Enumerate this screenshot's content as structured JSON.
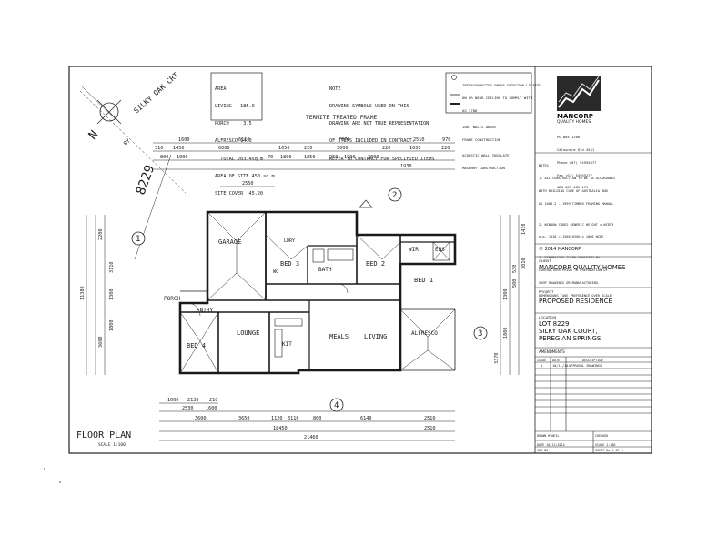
{
  "area_schedule": {
    "heading": "AREA",
    "rows": [
      {
        "label": "LIVING",
        "value": "185.9"
      },
      {
        "label": "PORCH",
        "value": "3.5"
      },
      {
        "label": "ALFRESCO",
        "value": "14.0"
      }
    ],
    "total_label": "TOTAL",
    "total_value": "203.4sq m",
    "site_label": "AREA OF SITE",
    "site_value": "450 sq.m.",
    "cover_label": "SITE COVER",
    "cover_value": "45.20"
  },
  "note": {
    "heading": "NOTE",
    "lines": [
      "DRAWING SYMBOLS USED ON THIS",
      "DRAWING ARE NOT TRUE REPRESENTATION",
      "OF ITEMS INCLUDED IN CONTRACT.",
      "REFER TO CONTRACT FOR SPECIFIED ITEMS"
    ]
  },
  "termite_label": "TERMITE TREATED FRAME",
  "legend": {
    "lines": [
      "INTERCONNECTED SMOKE DETECTOR LOCATED",
      "ON OR NEAR CEILING TO COMPLY WITH",
      "AS 3786",
      "1001 WALLS ABOVE",
      "FRAME CONSTRUCTION",
      "ACOUSTIC WALL INSULATE",
      "MASONRY CONSTRUCTION"
    ]
  },
  "title_block": {
    "company": "MANCORP",
    "company_sub": "QUALITY HOMES",
    "contact": [
      "PO Box 1206",
      "Caloundra Qld 4551",
      "Phone (07) 54955377",
      "Fax (07) 54955277",
      "ABN 085 685 179"
    ],
    "general_notes_heading": "NOTES",
    "general_notes": [
      "1. ALL CONSTRUCTION TO BE IN ACCORDANCE",
      "WITH BUILDING CODE OF AUSTRALIA AND",
      "AS 1684.2 - 1999 TIMBER FRAMING MANUAL",
      "",
      "2. WINDOW CODES GENERIC HEIGHT x WIDTH",
      "e.g. 1518 = 1500 HIGH x 1800 WIDE",
      "",
      "3. DIMENSIONS TO BE VERIFIED BY",
      "CONTRACTORS PRIOR TO PREPARATION OF",
      "SHOP DRAWINGS OR MANUFACTURING.",
      "DIMENSIONS TAKE PREFERENCE OVER SCALE"
    ],
    "copyright": "© 2014 MANCORP",
    "client_label": "CLIENT",
    "client": "MANCORP QUALITY HOMES",
    "project_label": "PROJECT",
    "project": "PROPOSED RESIDENCE",
    "location_label": "LOCATION",
    "location": [
      "LOT 8229",
      "SILKY OAK COURT,",
      "PEREGIAN SPRINGS."
    ],
    "amendments_label": "AMENDMENTS",
    "amend_headers": [
      "ISSUE",
      "DATE",
      "DESCRIPTION"
    ],
    "amend_rows": [
      {
        "issue": "A",
        "date": "10/11/14",
        "desc": "APPROVAL DRAWINGS"
      }
    ],
    "drawn_label": "DRAWN",
    "drawn": "M.NEIL",
    "checked_label": "CHECKED",
    "date_label": "DATE",
    "date": "10/11/2014",
    "scale_label": "SCALE",
    "scale": "1:100",
    "job_label": "JOB NO",
    "sheet_label": "SHEET No",
    "sheet": "2 OF 3"
  },
  "plan": {
    "title": "FLOOR PLAN",
    "scale": "SCALE 1:100",
    "north": "N",
    "street": "SILKY OAK CRT",
    "street_dir": "BY",
    "lot_number": "8229",
    "rooms": [
      {
        "name": "GARAGE"
      },
      {
        "name": "BED 3"
      },
      {
        "name": "BED 2"
      },
      {
        "name": "BED 1"
      },
      {
        "name": "BED 4"
      },
      {
        "name": "LOUNGE"
      },
      {
        "name": "MEALS"
      },
      {
        "name": "LIVING"
      },
      {
        "name": "KIT"
      },
      {
        "name": "ALFRESCO"
      },
      {
        "name": "ENTRY"
      },
      {
        "name": "PORCH"
      },
      {
        "name": "BATH"
      },
      {
        "name": "WIR"
      },
      {
        "name": "ENS"
      },
      {
        "name": "LDRY"
      },
      {
        "name": "WC"
      }
    ],
    "markers": [
      "1",
      "2",
      "3",
      "4"
    ],
    "top_dims_row1": [
      "1600",
      "6110",
      "7070",
      "2510",
      "970"
    ],
    "top_dims_row2": [
      "310",
      "1450",
      "6000",
      "1650",
      "220",
      "3000",
      "220",
      "1650",
      "220"
    ],
    "top_dims_row3": [
      "800",
      "1000",
      "70",
      "1800",
      "1850",
      "950",
      "1900",
      "3000",
      "1930"
    ],
    "garage_dim": "2550",
    "bottom_dims_row1": [
      "1000",
      "2130",
      "210"
    ],
    "bottom_dims_row2": [
      "2530",
      "1600",
      "2510"
    ],
    "bottom_dims_row3": [
      "3600",
      "3650",
      "1120",
      "3110",
      "800"
    ],
    "bottom_dims_row4": [
      "18450",
      "6140",
      "2510"
    ],
    "overall_dim": "21460",
    "left_dims": [
      "3110",
      "1300",
      "1800",
      "11380",
      "3600",
      "2200"
    ],
    "right_dims": [
      "1430",
      "3010",
      "530",
      "500",
      "1300",
      "1800",
      "3370"
    ]
  }
}
